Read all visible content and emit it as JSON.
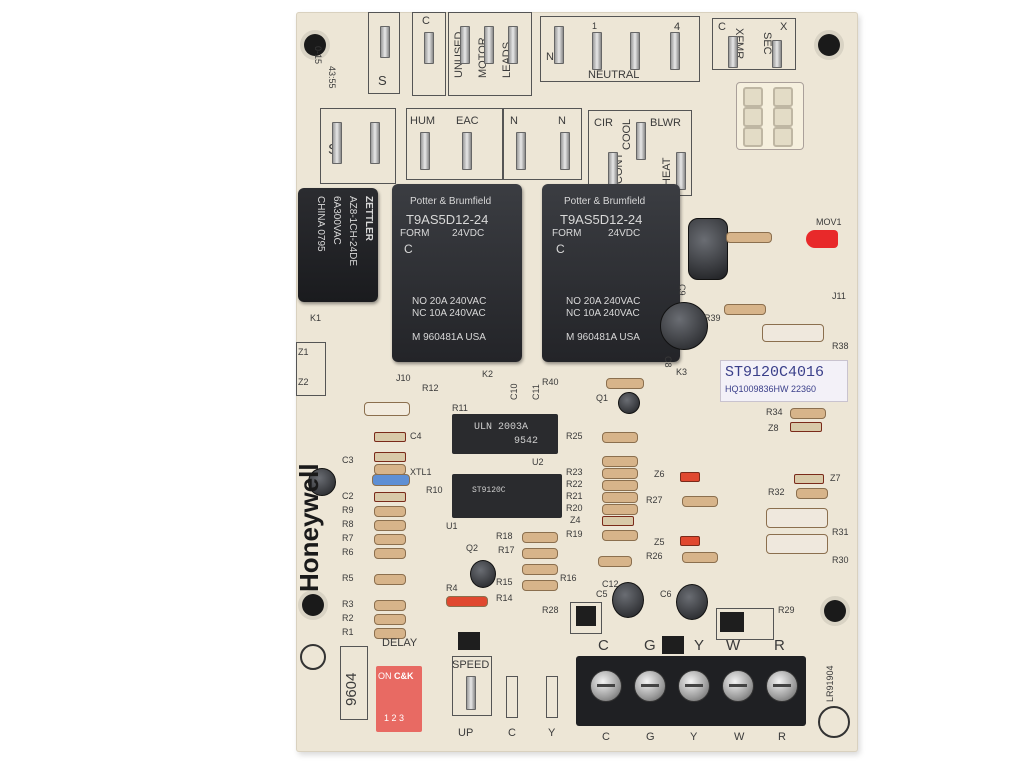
{
  "board": {
    "brand": "Honeywell",
    "top_labels": {
      "s_top": "S",
      "c1": "C",
      "unused": "UNUSED",
      "motor": "MOTOR",
      "leads": "LEADS",
      "n1": "N",
      "n_mark": "1",
      "num4": "4",
      "neutral": "NEUTRAL",
      "xfmr": "XFMR",
      "sec": "SEC",
      "c2": "C",
      "x": "X",
      "s_mid": "S",
      "hum": "HUM",
      "eac": "EAC",
      "n2": "N",
      "n3": "N",
      "cir": "CIR",
      "cool": "COOL",
      "blwr": "BLWR",
      "cont": "CONT",
      "heat": "HEAT",
      "date_code": "43:55",
      "rev": "0-15"
    },
    "relay_small": {
      "brand": "ZETTLER",
      "model": "AZ8-1CH-24DE",
      "rating": "6A300VAC",
      "origin": "CHINA 0795",
      "ref": "K1"
    },
    "relays": [
      {
        "brand": "Potter & Brumfield",
        "model": "T9AS5D12-24",
        "form": "FORM",
        "form_val": "C",
        "voltage": "24VDC",
        "rating1": "NO 20A 240VAC",
        "rating2": "NC 10A 240VAC",
        "mark": "M 960481A USA",
        "ref": "K2"
      },
      {
        "brand": "Potter & Brumfield",
        "model": "T9AS5D12-24",
        "form": "FORM",
        "form_val": "C",
        "voltage": "24VDC",
        "rating1": "NO 20A 240VAC",
        "rating2": "NC 10A 240VAC",
        "mark": "M 960481A USA",
        "ref": "K3"
      }
    ],
    "chips": [
      {
        "label1": "ULN 2003A",
        "label2": "9542",
        "ref": "U2"
      },
      {
        "label1": "ST9120C",
        "label2": "",
        "ref": "U1"
      }
    ],
    "sticker": {
      "line1": "ST9120C4016",
      "line2": "HQ1009836HW 22360"
    },
    "components": {
      "r12": "R12",
      "r11": "R11",
      "r10": "R10",
      "c4": "C4",
      "c3": "C3",
      "c2": "C2",
      "xtl": "XTL1",
      "r9": "R9",
      "r8": "R8",
      "r7": "R7",
      "r6": "R6",
      "r5": "R5",
      "r3": "R3",
      "r2": "R2",
      "r1": "R1",
      "r4": "R4",
      "r14": "R14",
      "r15": "R15",
      "r16": "R16",
      "r17": "R17",
      "r18": "R18",
      "r19": "R19",
      "r20": "R20",
      "r21": "R21",
      "r22": "R22",
      "r23": "R23",
      "r25": "R25",
      "r26": "R26",
      "r27": "R27",
      "r28": "R28",
      "r29": "R29",
      "r30": "R30",
      "r31": "R31",
      "r32": "R32",
      "r34": "R34",
      "r38": "R38",
      "r39": "R39",
      "r40": "R40",
      "c9": "C9",
      "c8": "C8",
      "c10": "C10",
      "c11": "C11",
      "c12": "C12",
      "c5": "C5",
      "c6": "C6",
      "q1": "Q1",
      "q2": "Q2",
      "z1": "Z1",
      "z2": "Z2",
      "z4": "Z4",
      "z5": "Z5",
      "z6": "Z6",
      "z7": "Z7",
      "z8": "Z8",
      "j10": "J10",
      "j11": "J11",
      "mov1": "MOV1"
    },
    "bottom": {
      "delay": "DELAY",
      "speed": "SPEED",
      "up": "UP",
      "c_label": "C",
      "y_label": "Y",
      "dip_on": "ON",
      "dip_ck": "C&K",
      "dip_nums": "1 2 3",
      "date": "9604",
      "cert": "LR91904",
      "terminal_top": [
        "C",
        "G",
        "Y",
        "W",
        "R"
      ],
      "terminal_bottom": [
        "C",
        "G",
        "Y",
        "W",
        "R"
      ]
    }
  }
}
